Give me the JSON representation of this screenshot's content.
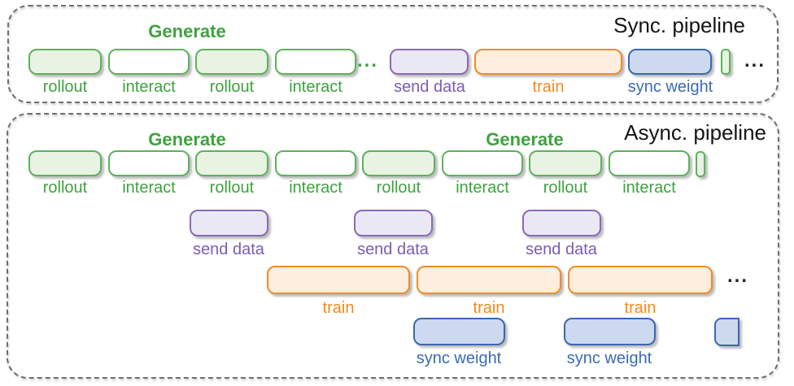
{
  "colors": {
    "green_border": "#5cb25c",
    "green_fill": "#e9f3e3",
    "green_text": "#3fa23f",
    "purple_border": "#8a69b8",
    "purple_fill": "#ebe8f6",
    "purple_text": "#7b5cb3",
    "orange_border": "#f08b28",
    "orange_fill": "#fdeedd",
    "orange_text": "#f18a1a",
    "blue_border": "#3b67b0",
    "blue_fill": "#cdd9ee",
    "blue_text": "#3b6ab5",
    "panel_border": "#6f6f6f",
    "title_text": "#151515"
  },
  "sync_panel": {
    "title": "Sync. pipeline",
    "generate": "Generate",
    "ellipsis_mid": "...",
    "ellipsis_end": "...",
    "labels": [
      "rollout",
      "interact",
      "rollout",
      "interact",
      "send data",
      "train",
      "sync weight"
    ]
  },
  "async_panel": {
    "title": "Async. pipeline",
    "generate_1": "Generate",
    "generate_2": "Generate",
    "row1_labels": [
      "rollout",
      "interact",
      "rollout",
      "interact",
      "rollout",
      "interact",
      "rollout",
      "interact"
    ],
    "send_data_labels": [
      "send data",
      "send data",
      "send data"
    ],
    "train_labels": [
      "train",
      "train",
      "train"
    ],
    "train_ellipsis": "...",
    "sync_weight_labels": [
      "sync weight",
      "sync weight"
    ]
  }
}
